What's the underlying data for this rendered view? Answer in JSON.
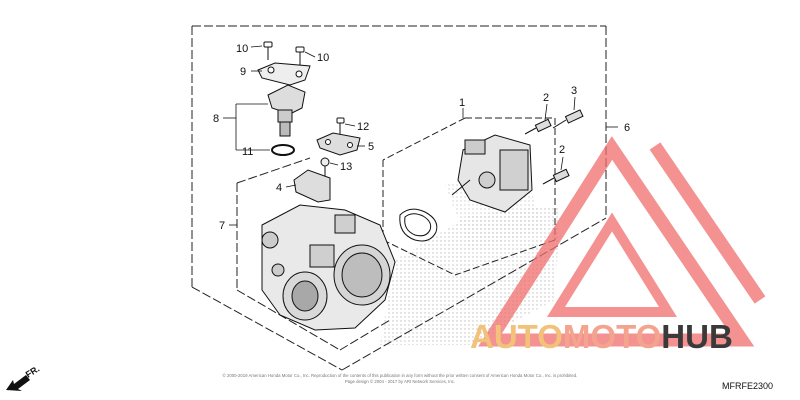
{
  "callouts": [
    {
      "id": "c10a",
      "text": "10"
    },
    {
      "id": "c10b",
      "text": "10"
    },
    {
      "id": "c9",
      "text": "9"
    },
    {
      "id": "c8",
      "text": "8"
    },
    {
      "id": "c11",
      "text": "11"
    },
    {
      "id": "c12",
      "text": "12"
    },
    {
      "id": "c5",
      "text": "5"
    },
    {
      "id": "c13",
      "text": "13"
    },
    {
      "id": "c4",
      "text": "4"
    },
    {
      "id": "c7",
      "text": "7"
    },
    {
      "id": "c1",
      "text": "1"
    },
    {
      "id": "c2a",
      "text": "2"
    },
    {
      "id": "c3",
      "text": "3"
    },
    {
      "id": "c2b",
      "text": "2"
    },
    {
      "id": "c6",
      "text": "6"
    }
  ],
  "diagram_code": "MFRFE2300",
  "direction_label": "FR.",
  "copyright_line1": "© 2000-2019 American Honda Motor Co., Inc. Reproduction of the contents of this publication in any form without the prior written consent of American Honda Motor Co., Inc. is prohibited.",
  "copyright_line2": "Page design © 2004 - 2017 by ARI Network Services, Inc.",
  "watermark": {
    "part1": "AUTO",
    "part2": "MOTO",
    "part3": "HUB",
    "color1": "#f2c27a",
    "color2": "#f4a48e",
    "color3": "#3a3a3a",
    "logo_color": "#f06c6c"
  }
}
